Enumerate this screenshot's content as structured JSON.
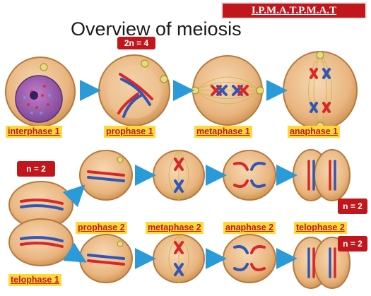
{
  "header": {
    "title": "Overview of meiosis",
    "tag": "I.P.M.A.T.P.M.A.T"
  },
  "badges": {
    "diploid": "2n = 4",
    "haploid_left": "n = 2",
    "haploid_right_top": "n = 2",
    "haploid_right_bottom": "n = 2"
  },
  "stages": {
    "interphase_1": "interphase 1",
    "prophase_1": "prophase 1",
    "metaphase_1": "metaphase 1",
    "anaphase_1": "anaphase 1",
    "telophase_1": "telophase 1",
    "prophase_2": "prophase 2",
    "metaphase_2": "metaphase 2",
    "anaphase_2": "anaphase 2",
    "telophase_2": "telophase 2"
  },
  "colors": {
    "cell_fill": "#e9b57f",
    "cell_edge": "#c98d4c",
    "chromosome_red": "#d8262a",
    "chromosome_blue": "#2f56b8",
    "arrow": "#2a9ad8",
    "badge": "#c0161c",
    "label_bg": "#ffd83a"
  }
}
